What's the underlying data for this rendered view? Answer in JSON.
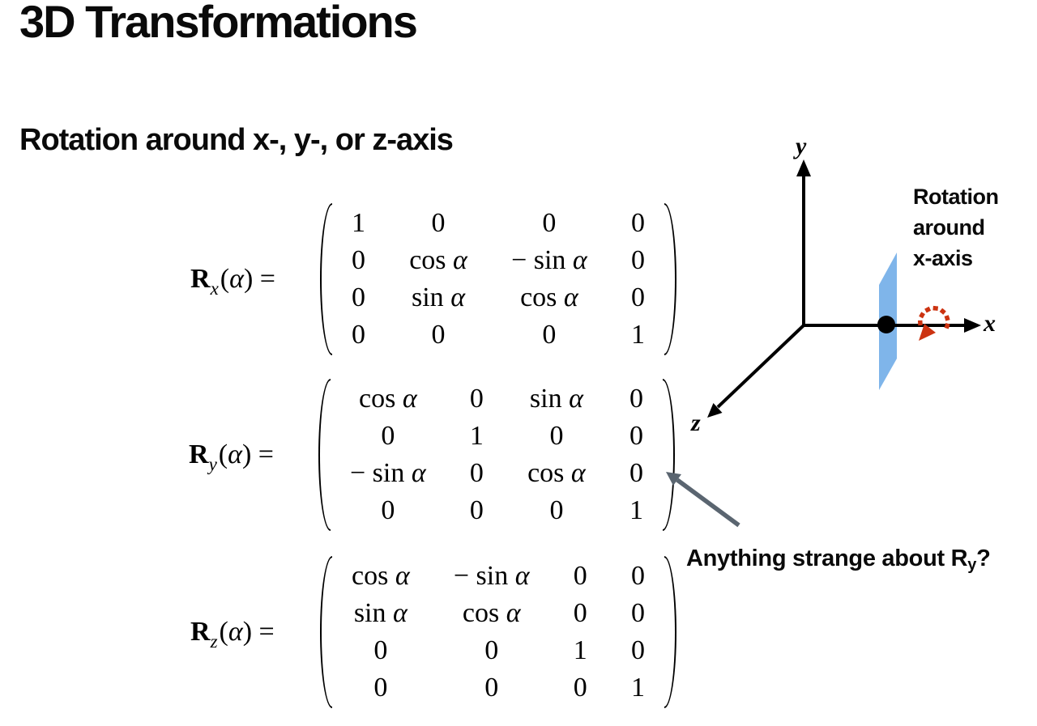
{
  "slide": {
    "title": "3D Transformations",
    "subtitle": "Rotation around x-, y-, or z-axis"
  },
  "matrices": [
    {
      "label_R": "R",
      "label_sub": "x",
      "label_args": "(α) =",
      "rows": [
        [
          "1",
          "0",
          "0",
          "0"
        ],
        [
          "0",
          "cos α",
          "− sin α",
          "0"
        ],
        [
          "0",
          "sin α",
          "cos α",
          "0"
        ],
        [
          "0",
          "0",
          "0",
          "1"
        ]
      ]
    },
    {
      "label_R": "R",
      "label_sub": "y",
      "label_args": "(α) =",
      "rows": [
        [
          "cos α",
          "0",
          "sin α",
          "0"
        ],
        [
          "0",
          "1",
          "0",
          "0"
        ],
        [
          "− sin α",
          "0",
          "cos α",
          "0"
        ],
        [
          "0",
          "0",
          "0",
          "1"
        ]
      ]
    },
    {
      "label_R": "R",
      "label_sub": "z",
      "label_args": "(α) =",
      "rows": [
        [
          "cos α",
          "− sin α",
          "0",
          "0"
        ],
        [
          "sin α",
          "cos α",
          "0",
          "0"
        ],
        [
          "0",
          "0",
          "1",
          "0"
        ],
        [
          "0",
          "0",
          "0",
          "1"
        ]
      ]
    }
  ],
  "diagram": {
    "axis_x_label": "x",
    "axis_y_label": "y",
    "axis_z_label": "z",
    "rotation_caption": "Rotation\naround\nx-axis",
    "plane_color": "#7FB5EA",
    "rotation_arrow_color": "#CC3311",
    "axis_color": "#000000"
  },
  "annotation": {
    "text": "Anything strange about R",
    "subscript": "y",
    "suffix": "?",
    "arrow_color": "#5A6570"
  }
}
